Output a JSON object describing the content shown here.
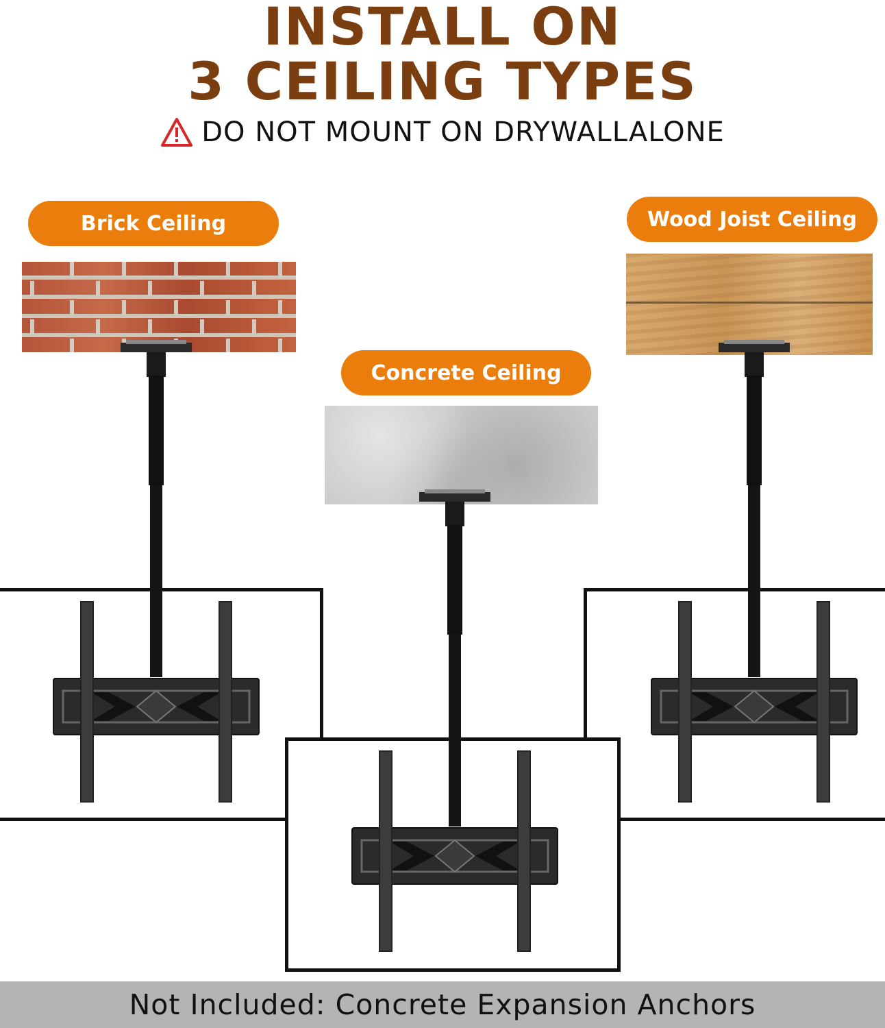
{
  "title_line1": "INSTALL ON",
  "title_line2": "3 CEILING TYPES",
  "warning": "DO NOT MOUNT ON DRYWALLALONE",
  "labels": {
    "brick": "Brick Ceiling",
    "concrete": "Concrete Ceiling",
    "wood": "Wood Joist Ceiling"
  },
  "footer": "Not Included: Concrete Expansion Anchors",
  "colors": {
    "title": "#7a3e10",
    "pill": "#ea7d0c",
    "footer_bg": "#b4b4b4",
    "warning_icon": "#d62828"
  },
  "icons": [
    "warning-triangle-icon"
  ]
}
